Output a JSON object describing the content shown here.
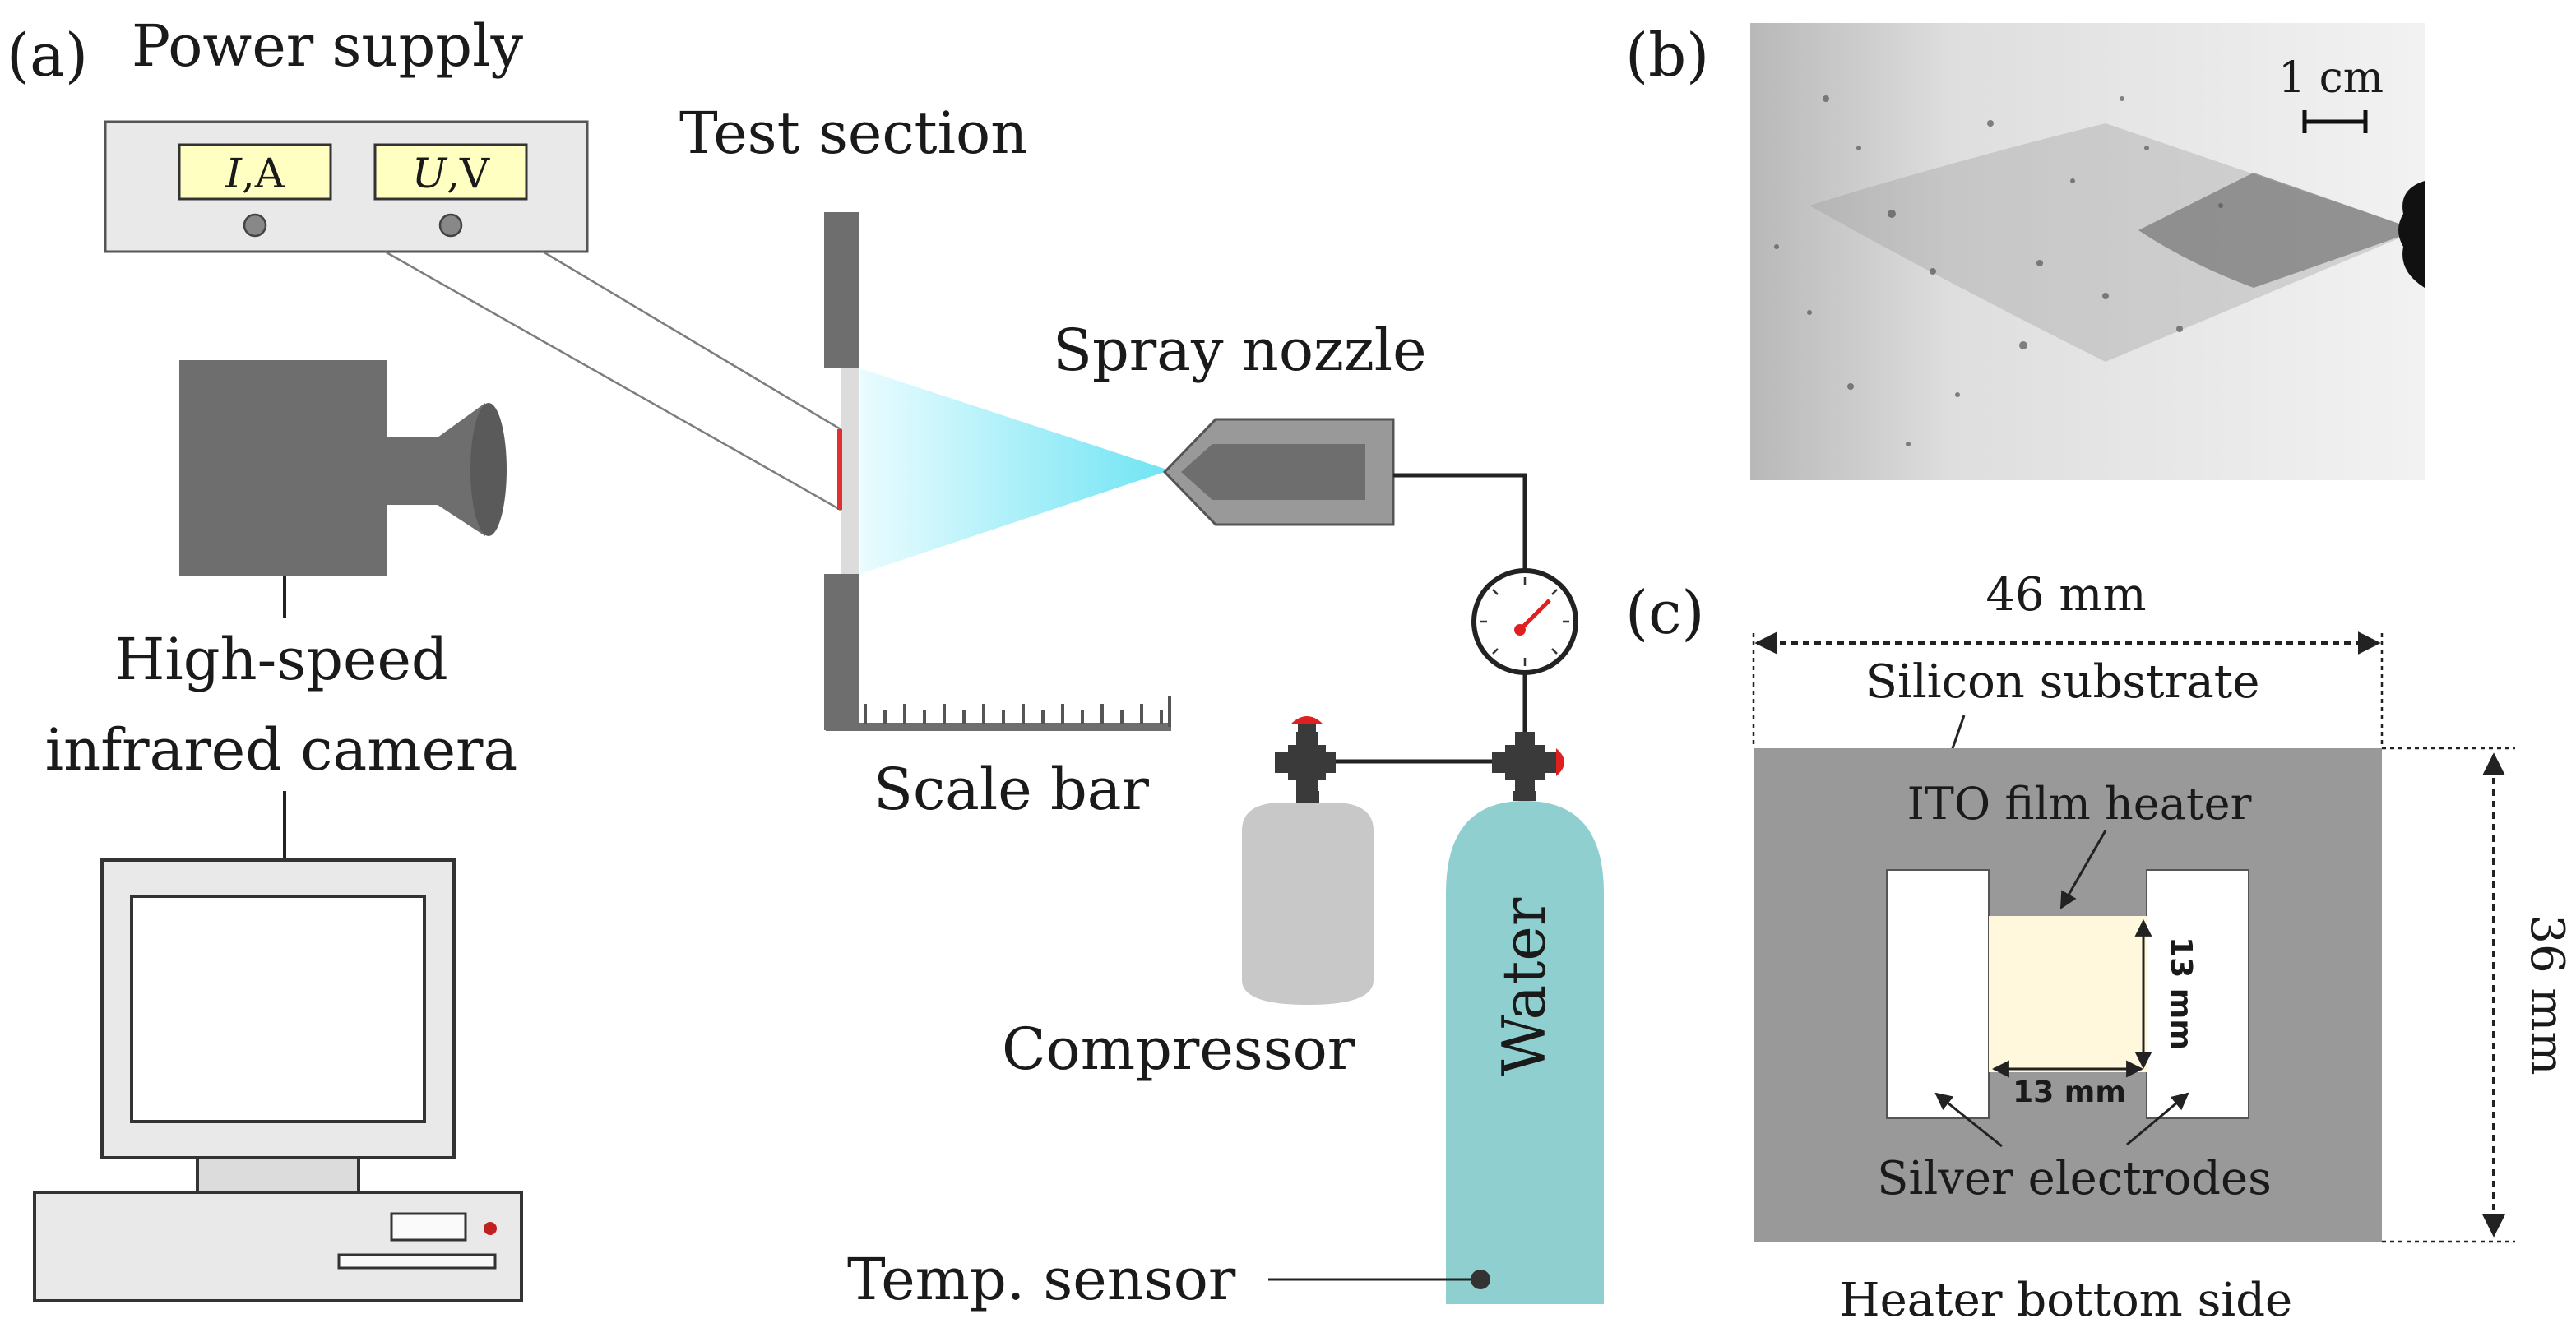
{
  "panels": {
    "a": {
      "letter": "(a)"
    },
    "b": {
      "letter": "(b)",
      "scale_label": "1 cm"
    },
    "c": {
      "letter": "(c)"
    }
  },
  "setup": {
    "power_supply": "Power supply",
    "meter_current": {
      "symbol": "I",
      "unit": ",A"
    },
    "meter_voltage": {
      "symbol": "U",
      "unit": ",V"
    },
    "test_section": "Test section",
    "spray_nozzle": "Spray nozzle",
    "camera_line1": "High-speed",
    "camera_line2": "infrared camera",
    "scale_bar": "Scale bar",
    "compressor": "Compressor",
    "water": "Water",
    "temp_sensor": "Temp. sensor"
  },
  "heater": {
    "width_dim": "46 mm",
    "height_dim": "36 mm",
    "substrate": "Silicon substrate",
    "film": "ITO film heater",
    "film_w": "13 mm",
    "film_h": "13 mm",
    "electrodes": "Silver electrodes",
    "caption": "Heater bottom side"
  },
  "colors": {
    "meter_display": "#ffffc2",
    "spray": "#7fe8f5",
    "water_tank": "#8fcfcf",
    "compressor_tank": "#c8c8c8",
    "substrate": "#999999",
    "ito_film": "#fff8dc",
    "heater_strip": "#e03030",
    "valve_handle": "#e02020"
  }
}
